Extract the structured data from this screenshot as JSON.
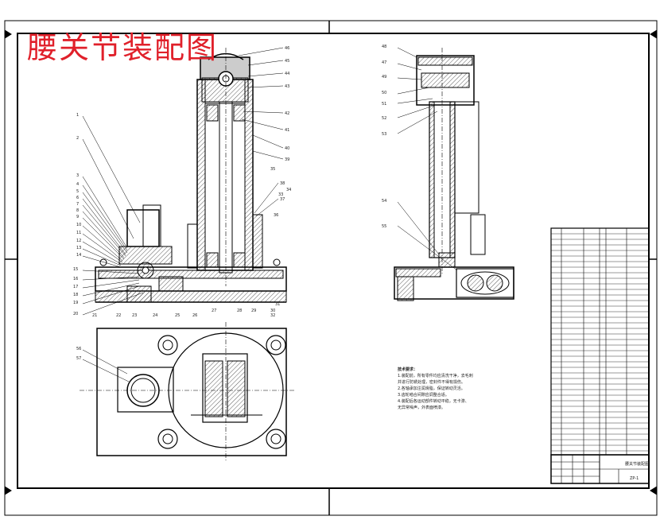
{
  "title": "腰关节装配图",
  "tech_notes": {
    "heading": "技术要求：",
    "lines": [
      "1.装配前，所有零件均应清洗干净，去毛刺",
      "并进行防锈处理，密封件不得有损伤。",
      "2.各轴承加注润滑脂，保证转动灵活。",
      "3.齿轮啮合间隙应调整合适。",
      "4.装配后各运动部件转动平稳，无卡滞、",
      "无异常噪声，外表面喷漆。"
    ]
  },
  "title_block": {
    "drawing_name": "腰关节装配图",
    "drawing_no": "ZP-1"
  },
  "front_view_labels": [
    "1",
    "2",
    "3",
    "4",
    "5",
    "6",
    "7",
    "8",
    "9",
    "10",
    "11",
    "12",
    "13",
    "14",
    "15",
    "16",
    "17",
    "18",
    "19",
    "20",
    "21",
    "22",
    "23",
    "24",
    "25",
    "26",
    "27",
    "28",
    "29",
    "30",
    "31",
    "32",
    "33",
    "34",
    "35",
    "36"
  ],
  "top_labels": [
    "46",
    "45",
    "44",
    "43",
    "42",
    "41",
    "40",
    "39",
    "38",
    "37"
  ],
  "side_view_labels": [
    "48",
    "47",
    "49",
    "50",
    "51",
    "52",
    "53",
    "54",
    "55"
  ],
  "plan_view_labels": [
    "56",
    "57"
  ],
  "colors": {
    "title": "#e0202a",
    "lines": "#000000",
    "hatch": "#444444"
  }
}
